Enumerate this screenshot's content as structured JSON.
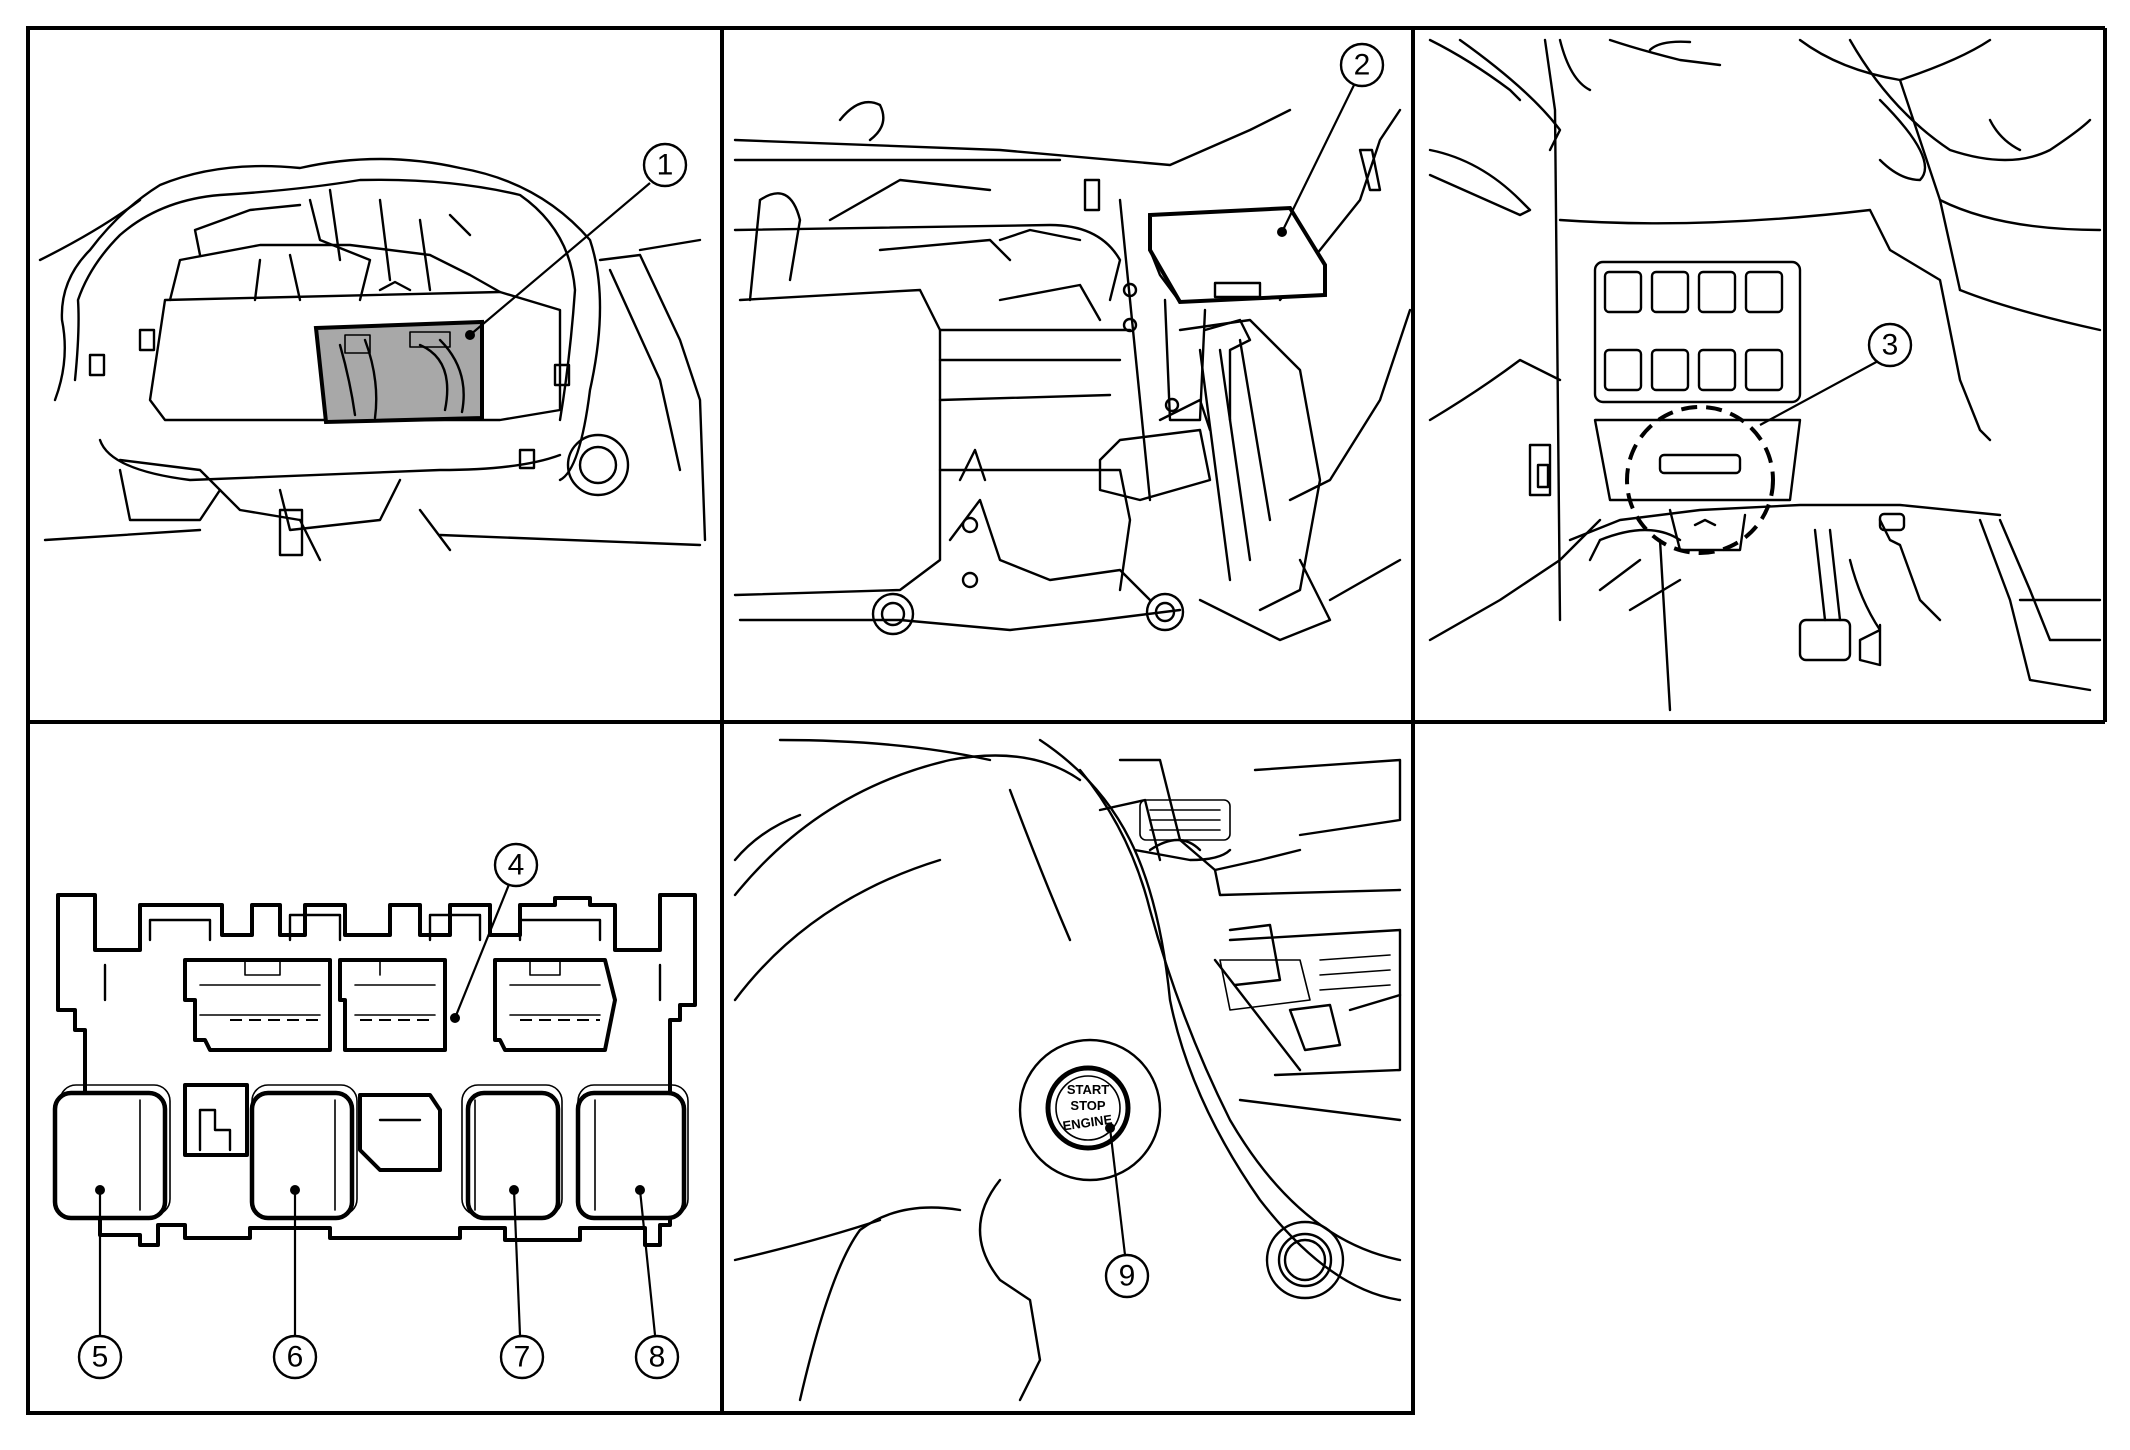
{
  "callouts": [
    {
      "num": "1"
    },
    {
      "num": "2"
    },
    {
      "num": "3"
    },
    {
      "num": "4"
    },
    {
      "num": "5"
    },
    {
      "num": "6"
    },
    {
      "num": "7"
    },
    {
      "num": "8"
    },
    {
      "num": "9"
    }
  ],
  "button_text": {
    "line1": "START",
    "line2": "STOP",
    "line3": "ENGINE"
  },
  "colors": {
    "line": "#000000",
    "background": "#ffffff",
    "highlight": "#a8a8a8"
  }
}
